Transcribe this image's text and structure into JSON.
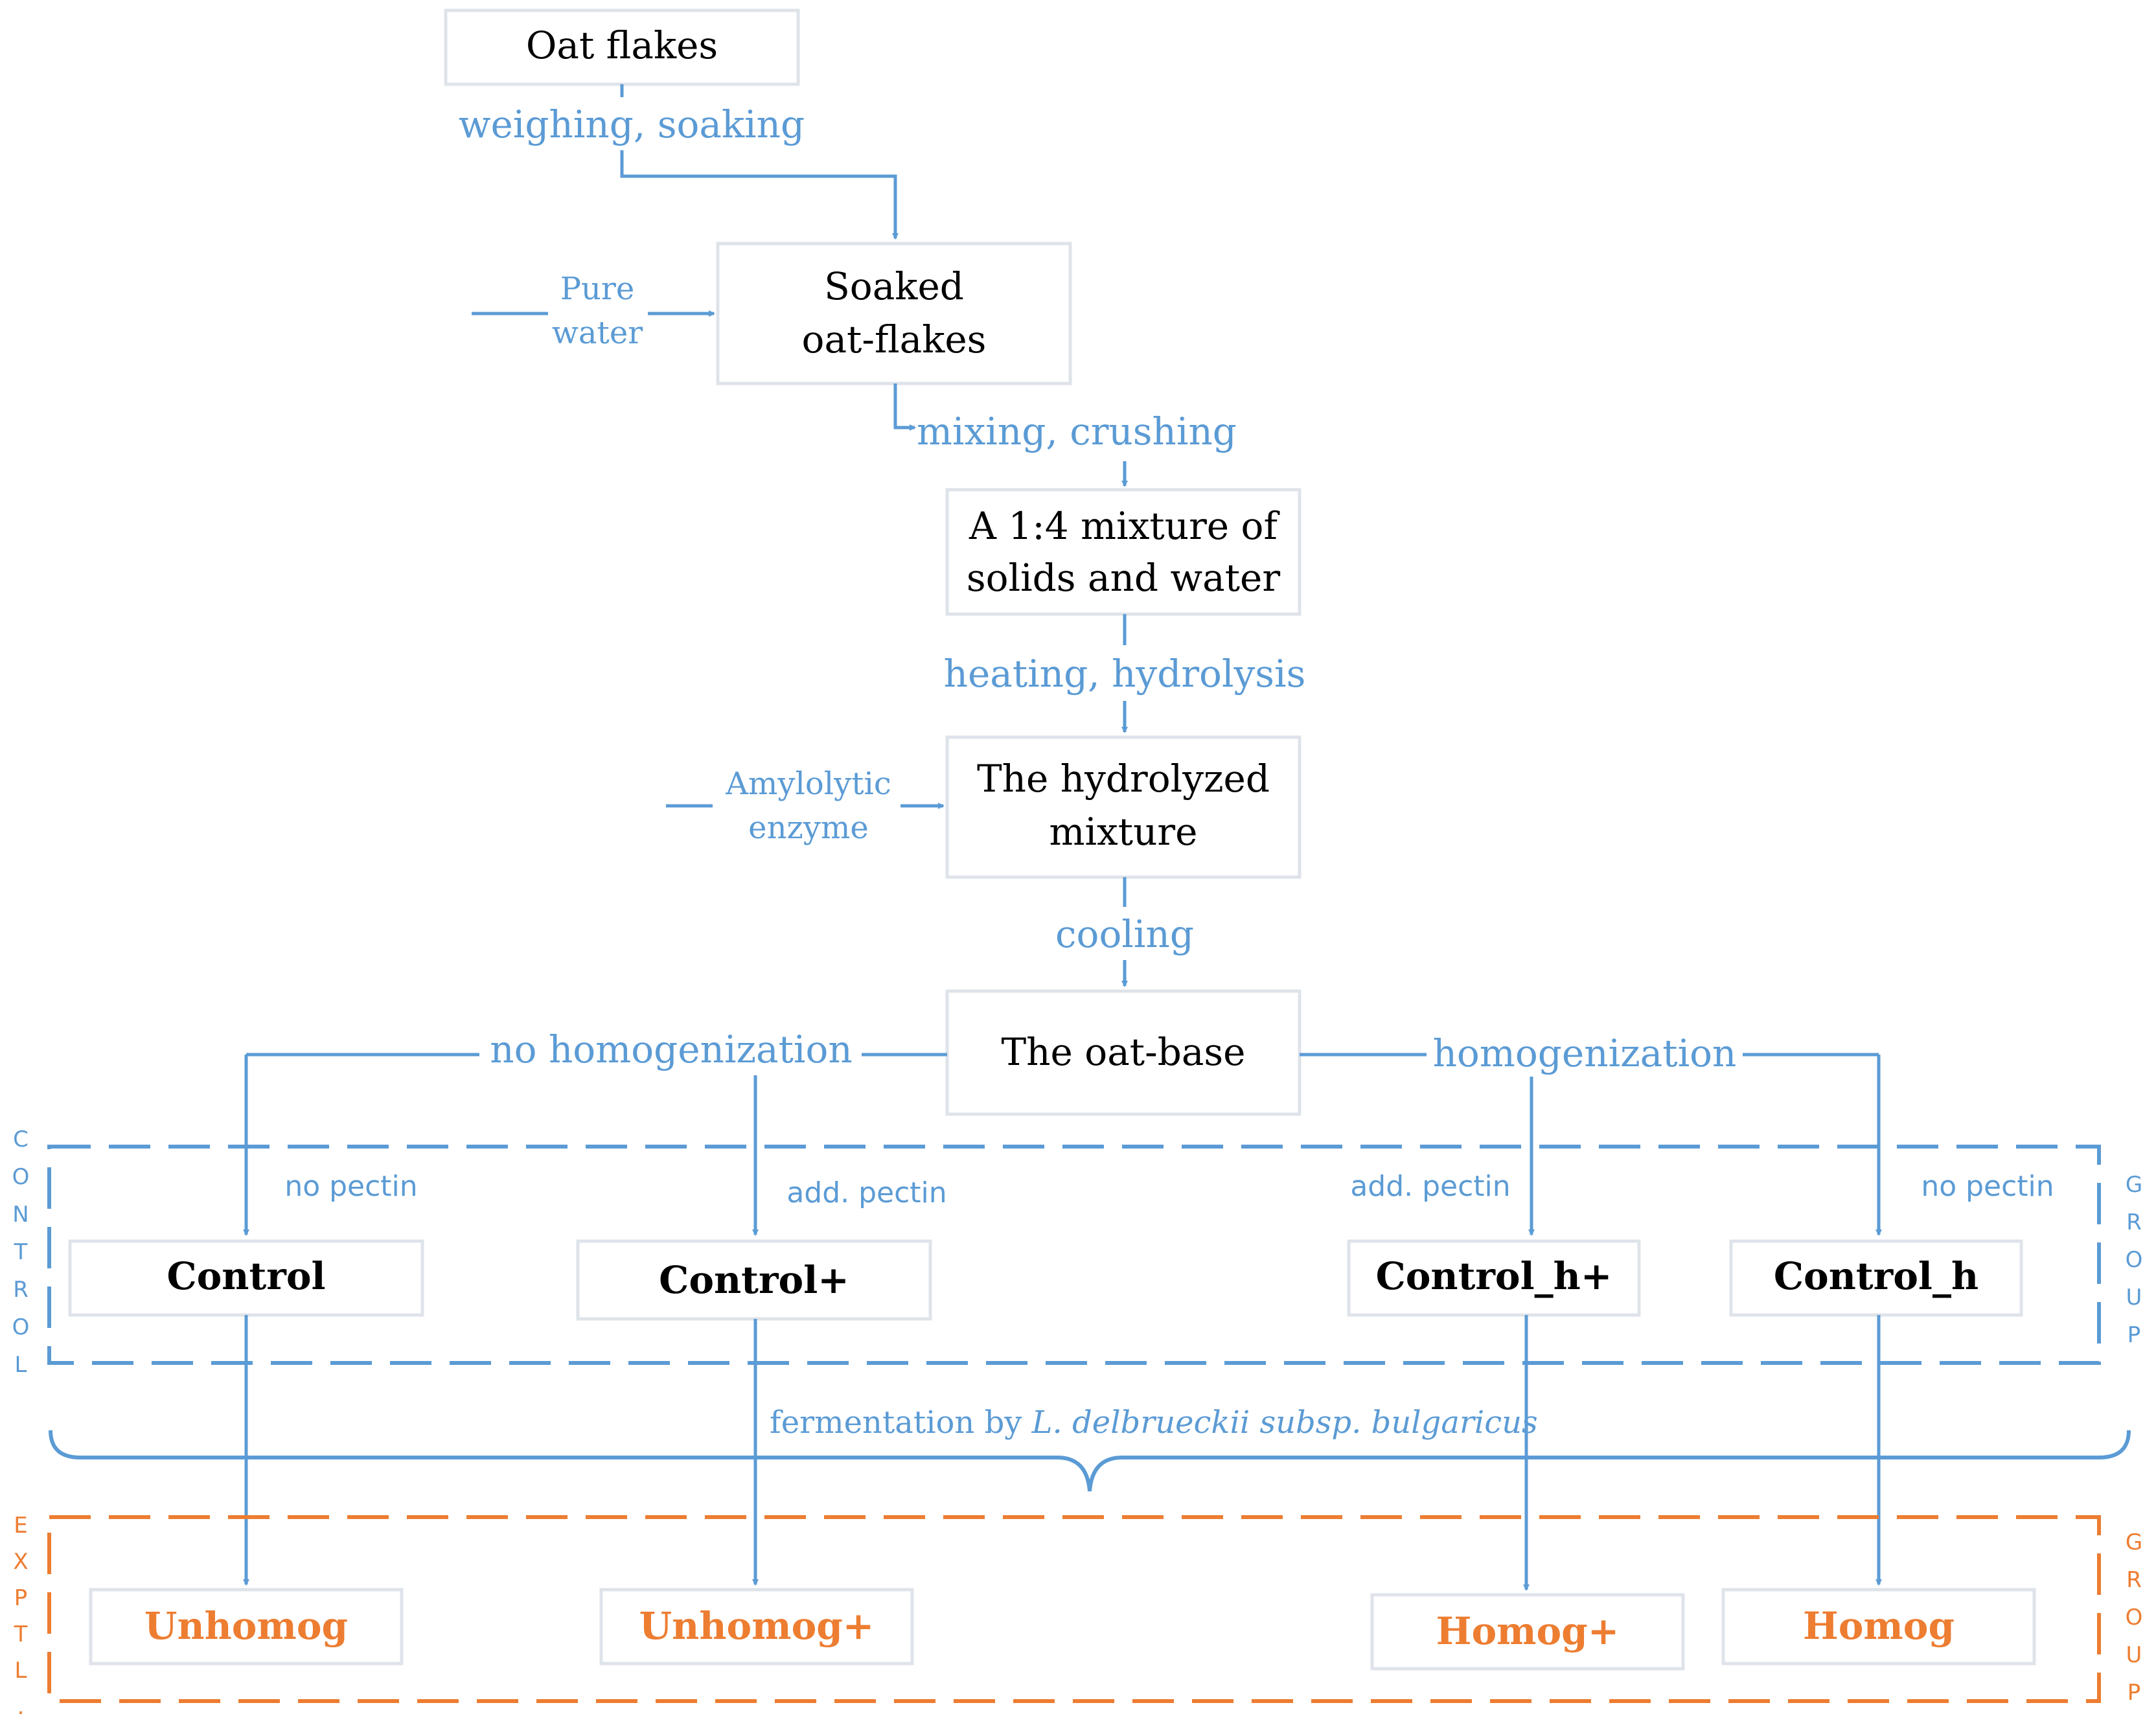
{
  "colors": {
    "process_blue": "#5b9bd5",
    "experimental_orange": "#ed7d31",
    "box_border": "#dfe3ea",
    "text_black": "#000000"
  },
  "boxes": {
    "oat_flakes": "Oat flakes",
    "soaked_line1": "Soaked",
    "soaked_line2": "oat-flakes",
    "mixture_line1": "A 1:4 mixture of",
    "mixture_line2": "solids and water",
    "hydrolyzed_line1": "The hydrolyzed",
    "hydrolyzed_line2": "mixture",
    "oat_base": "The oat-base"
  },
  "steps": {
    "weighing_soaking": "weighing, soaking",
    "pure_water_line1": "Pure",
    "pure_water_line2": "water",
    "mixing_crushing": "mixing, crushing",
    "heating_hydrolysis": "heating, hydrolysis",
    "enzyme_line1": "Amylolytic",
    "enzyme_line2": "enzyme",
    "cooling": "cooling",
    "no_homogenization": "no homogenization",
    "homogenization": "homogenization",
    "no_pectin_left": "no pectin",
    "add_pectin_left": "add. pectin",
    "add_pectin_right": "add. pectin",
    "no_pectin_right": "no pectin",
    "fermentation_prefix": "fermentation by ",
    "fermentation_species": "L. delbrueckii subsp. bulgaricus"
  },
  "control_group": {
    "side_label_left": [
      "C",
      "O",
      "N",
      "T",
      "R",
      "O",
      "L"
    ],
    "side_label_right": [
      "G",
      "R",
      "O",
      "U",
      "P"
    ],
    "samples": [
      "Control",
      "Control+",
      "Control_h+",
      "Control_h"
    ]
  },
  "experimental_group": {
    "side_label_left": [
      "E",
      "X",
      "P",
      "T",
      "L",
      "."
    ],
    "side_label_right": [
      "G",
      "R",
      "O",
      "U",
      "P"
    ],
    "samples": [
      "Unhomog",
      "Unhomog+",
      "Homog+",
      "Homog"
    ]
  }
}
